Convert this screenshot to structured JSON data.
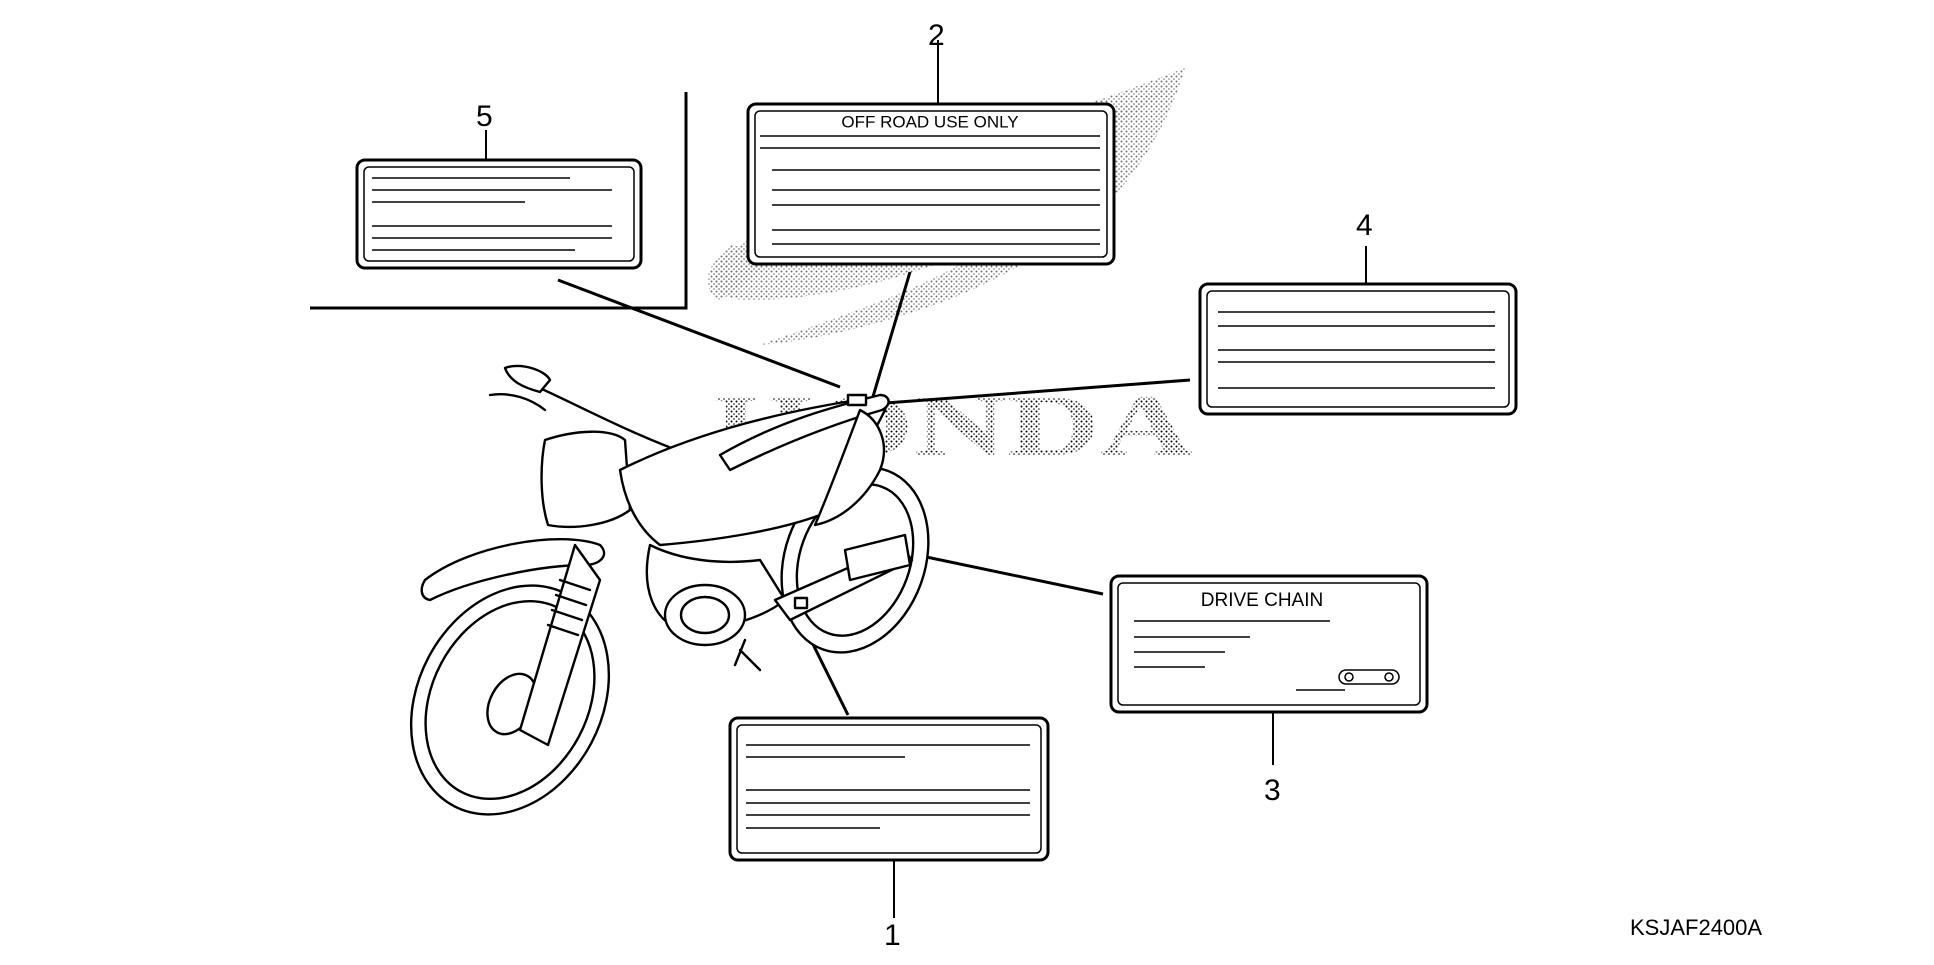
{
  "diagram": {
    "callouts": [
      "1",
      "2",
      "3",
      "4",
      "5"
    ],
    "label_2_title": "OFF ROAD  USE ONLY",
    "label_3_title": "DRIVE CHAIN",
    "brand_watermark": "HONDA",
    "drawing_code": "KSJAF2400A"
  }
}
